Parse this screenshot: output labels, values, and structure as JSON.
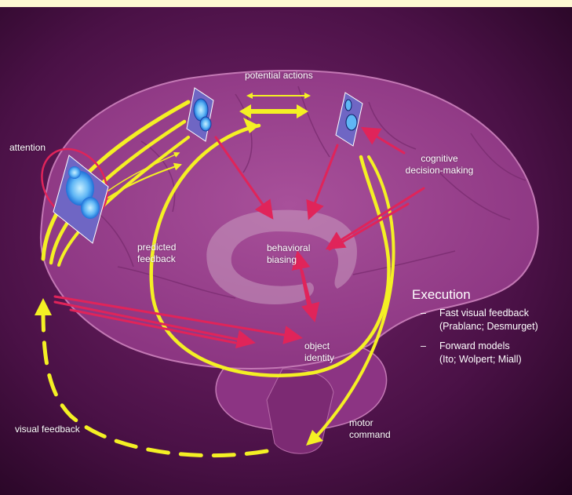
{
  "labels": {
    "potential_actions": "potential actions",
    "attention": "attention",
    "cognitive_line1": "cognitive",
    "cognitive_line2": "decision-making",
    "predicted_line1": "predicted",
    "predicted_line2": "feedback",
    "behavioral_line1": "behavioral",
    "behavioral_line2": "biasing",
    "object_line1": "object",
    "object_line2": "identity",
    "visual_feedback": "visual feedback",
    "motor_line1": "motor",
    "motor_line2": "command"
  },
  "execution": {
    "title": "Execution",
    "items": [
      {
        "bullet": "–",
        "line1": "Fast visual feedback",
        "line2": "(Prablanc; Desmurget)"
      },
      {
        "bullet": "–",
        "line1": "Forward models",
        "line2": "(Ito; Wolpert; Miall)"
      }
    ]
  },
  "colors": {
    "top_band": "#fdf8d2",
    "background_dark": "#2a0726",
    "background_mid": "#6a1a5e",
    "brain": "#9a3f8c",
    "brain_outline": "#c378b4",
    "limbic_ring": "#c89ac0",
    "yellow_arrow": "#f4f024",
    "red_arrow": "#e0245a",
    "map_panel": "#6f66c4",
    "blob_blue": "#2f8fe8",
    "blob_light": "#a9e0ff",
    "text": "#ffffff"
  }
}
